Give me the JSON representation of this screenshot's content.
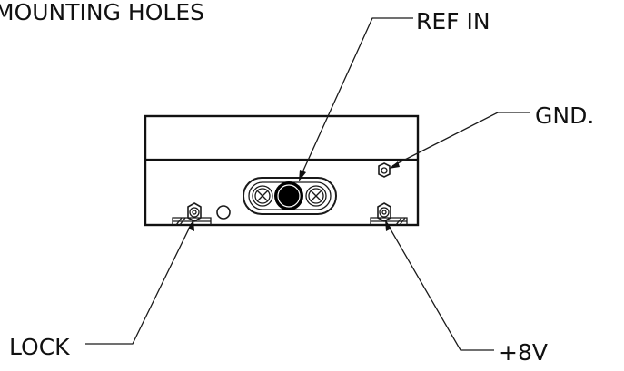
{
  "labels": {
    "mounting_holes": "MOUNTING HOLES",
    "ref_in": "REF IN",
    "gnd": "GND.",
    "lock": "LOCK",
    "plus_8v": "+8V"
  },
  "colors": {
    "ink": "#111111",
    "background": "#ffffff",
    "connector_fill": "#000000"
  }
}
